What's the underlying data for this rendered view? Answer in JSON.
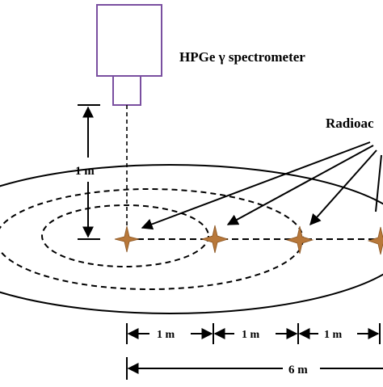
{
  "diagram": {
    "detector_label": "HPGe γ spectrometer",
    "sources_label": "Radioac",
    "height_label": "1 m",
    "spacing_labels": [
      "1 m",
      "1 m",
      "1 m"
    ],
    "total_label": "6 m",
    "colors": {
      "detector": "#7a4fa0",
      "source": "#b8783a",
      "line": "#000000"
    },
    "icons": {
      "source": "four-point-star",
      "detector": "detector-housing"
    }
  }
}
